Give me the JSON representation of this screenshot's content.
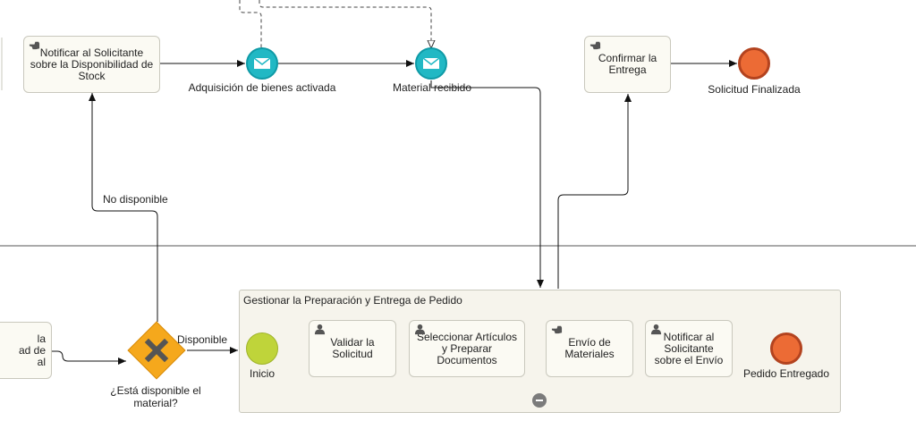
{
  "tasks": {
    "notify_stock": "Notificar al Solicitante sobre la Disponibilidad de Stock",
    "confirm_delivery": "Confirmar la Entrega",
    "left_partial_1": "la",
    "left_partial_2": "ad de",
    "left_partial_3": "al",
    "validate": "Validar la Solicitud",
    "select_items": "Seleccionar Artículos y Preparar Documentos",
    "ship": "Envío de Materiales",
    "notify_ship": "Notificar al Solicitante sobre el Envío"
  },
  "events": {
    "goods_acquisition": "Adquisición de bienes activada",
    "material_received": "Material recibido",
    "request_finished": "Solicitud Finalizada",
    "start": "Inicio",
    "order_delivered": "Pedido Entregado"
  },
  "gateway": {
    "question": "¿Está disponible el material?",
    "yes": "Disponible",
    "no": "No disponible"
  },
  "subprocess": {
    "title": "Gestionar la Preparación y Entrega de Pedido"
  },
  "colors": {
    "message_event": "#21b8c4",
    "end_event": "#ec6b35",
    "start_event": "#bfd43a",
    "gateway": "#f5a81c",
    "task_fill": "#fbfaf3"
  },
  "icons": {
    "manual_task": "hand-icon",
    "user_task": "user-icon",
    "message": "envelope-icon",
    "exclusive_gateway": "x-icon",
    "collapse": "minus-icon"
  }
}
